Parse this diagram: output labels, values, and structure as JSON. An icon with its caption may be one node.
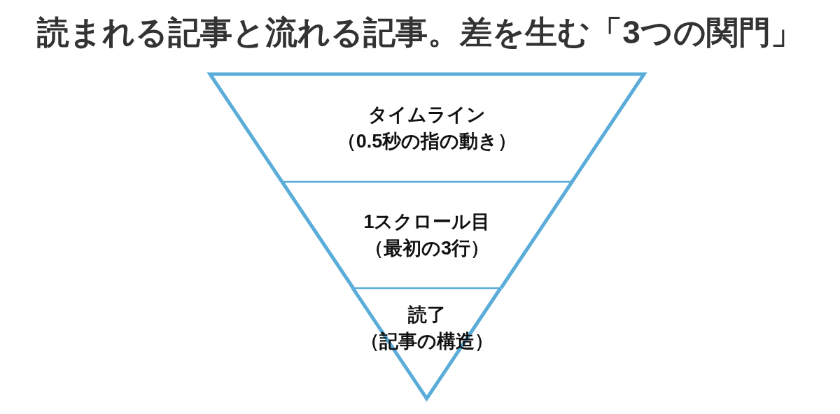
{
  "diagram": {
    "title": "読まれる記事と流れる記事。差を生む「3つの関門」",
    "nodes": [
      {
        "text": [
          "タイムライン",
          "（0.5秒の指の動き）"
        ]
      },
      {
        "text": [
          "1スクロール目",
          "（最初の3行）"
        ]
      },
      {
        "text": [
          "読了",
          "（記事の構造）"
        ]
      }
    ]
  }
}
